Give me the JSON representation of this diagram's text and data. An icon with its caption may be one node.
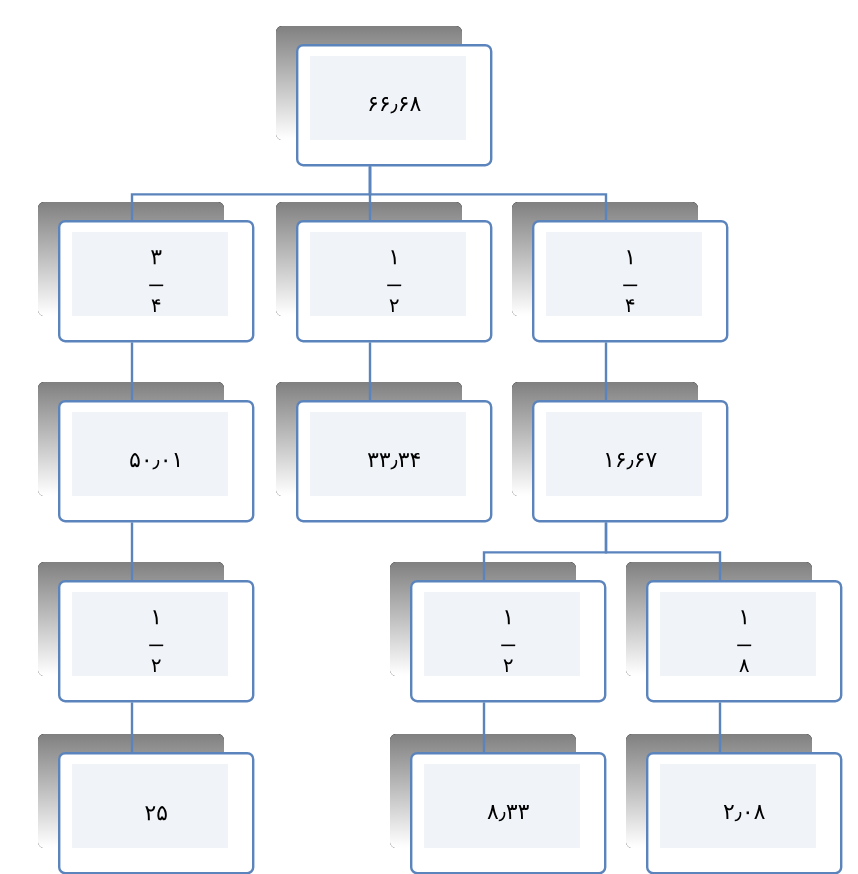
{
  "diagram": {
    "nodes": [
      {
        "text": [
          "۶۶٫۶۸"
        ]
      },
      {
        "text": [
          "۳",
          "۴"
        ]
      },
      {
        "text": [
          "۱",
          "۲"
        ]
      },
      {
        "text": [
          "۱",
          "۴"
        ]
      },
      {
        "text": [
          "۵۰٫۰۱"
        ]
      },
      {
        "text": [
          "۳۳٫۳۴"
        ]
      },
      {
        "text": [
          "۱۶٫۶۷"
        ]
      },
      {
        "text": [
          "۱",
          "۲"
        ]
      },
      {
        "text": [
          "۱",
          "۲"
        ]
      },
      {
        "text": [
          "۱",
          "۸"
        ]
      },
      {
        "text": [
          "۲۵"
        ]
      },
      {
        "text": [
          "۸٫۳۳"
        ]
      },
      {
        "text": [
          "۲٫۰۸"
        ]
      }
    ],
    "edges": [
      {
        "from": 0,
        "to": 1,
        "arrow": "none"
      },
      {
        "from": 0,
        "to": 2,
        "arrow": "none"
      },
      {
        "from": 0,
        "to": 3,
        "arrow": "none"
      },
      {
        "from": 1,
        "to": 4,
        "arrow": "none"
      },
      {
        "from": 2,
        "to": 5,
        "arrow": "none"
      },
      {
        "from": 3,
        "to": 6,
        "arrow": "none"
      },
      {
        "from": 4,
        "to": 7,
        "arrow": "none"
      },
      {
        "from": 6,
        "to": 8,
        "arrow": "none"
      },
      {
        "from": 6,
        "to": 9,
        "arrow": "none"
      },
      {
        "from": 7,
        "to": 10,
        "arrow": "none"
      },
      {
        "from": 8,
        "to": 11,
        "arrow": "none"
      },
      {
        "from": 9,
        "to": 12,
        "arrow": "none"
      }
    ]
  }
}
